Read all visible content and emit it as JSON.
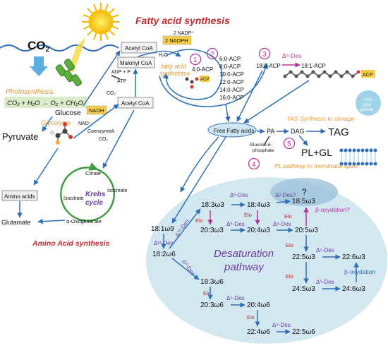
{
  "colors": {
    "blue": "#2e6fb7",
    "red": "#c0282d",
    "orange": "#e5962c",
    "magenta": "#b5359c",
    "purple": "#6b3fa0",
    "green": "#3d9a3d",
    "ellipse": "#d3e7f0",
    "elo": "#b02d2d"
  },
  "headers": {
    "fatty": "Fatty acid synthesis",
    "amino": "Amino Acid synthesis"
  },
  "left": {
    "co2": "CO",
    "co2_sub": "2",
    "photosynthesis": "Photosynthesis",
    "equation": "CO₂ + H₂O → O₂ + CH₂O",
    "glucose": "Glucose",
    "glycolysis": "Glycolysis",
    "pyruvate": "Pyruvate",
    "nadh_small": "NADH",
    "nad_plus": "NAD⁺",
    "coenzymea": "CoenzymeA",
    "co2_small": "CO₂",
    "amino_acids": "Amino acids",
    "glutamate": "Glutamate",
    "oxoglutarate": "α-Oxoglutarate",
    "citrate": "Citrate",
    "isocitrate": "Isocitrate",
    "krebs_1": "Krebs",
    "krebs_2": "cycle"
  },
  "synthesis": {
    "acetyl_coa_top": "Acetyl CoA",
    "nadph": "2 NADPH",
    "nadp_plus": "2 NADP⁺",
    "malonyl_coa": "Malonyl CoA",
    "adp_p": "ADP + P",
    "atp": "ATP",
    "co2_mid": "CO₂",
    "acetyl_coa_bottom": "Acetyl CoA",
    "h2o": "H₂O",
    "circle_1": "1",
    "circle_2": "2",
    "circle_3": "3",
    "circle_4": "4",
    "circle_5": "5",
    "fas_1": "fatty acid",
    "fas_2": "synthetase",
    "acp_4": "4:0-ACP",
    "acp_list": [
      "6:0-ACP",
      "8:0-ACP",
      "10:0-ACP",
      "12:0-ACP",
      "14:0-ACP",
      "16:0-ACP"
    ],
    "acp_18": "18:0-ACP",
    "d9_des": "Δ⁹-Des",
    "acp_181": "18:1-ACP",
    "acp_tag": "ACP"
  },
  "lipids": {
    "free_fa": "Free Fatty acids",
    "pa": "PA",
    "dag": "DAG",
    "tag": "TAG",
    "plgl": "PL+GL",
    "g6p_1": "Glucose-6-",
    "g6p_2": "phosphate",
    "tag_storage": "TAG Synthesis to storage",
    "pl_pathway": "PL pathway to membrane lipids",
    "globule_1": "TAG",
    "globule_2": "Lipid",
    "globule_3": "globule"
  },
  "desaturation": {
    "title_1": "Desaturation",
    "title_2": "pathway",
    "f18_1w9": "18:1ω9",
    "f18_2w6": "18:2ω6",
    "f18_3w3": "18:3ω3",
    "f18_4w3": "18:4ω3",
    "f18_5w3": "18:5ω3",
    "f20_3w3": "20:3ω3",
    "f20_4w3": "20:4ω3",
    "f20_5w3": "20:5ω3",
    "f22_5w3": "22:5ω3",
    "f22_6w3": "22:6ω3",
    "f24_5w3": "24:5ω3",
    "f24_6w3": "24:6ω3",
    "f18_3w6": "18:3ω6",
    "f20_3w6": "20:3ω6",
    "f20_4w6": "20:4ω6",
    "f22_4w6": "22:4ω6",
    "f22_5w6": "22:5ω6",
    "d12_des": "Δ¹²-Des",
    "d15_des": "Δ¹⁵-Des",
    "d6_des": "Δ⁶-Des",
    "d8_des": "Δ⁸-Des",
    "d5_des": "Δ⁵-Des",
    "d4_des": "Δ⁴-Des",
    "d3_des": "Δ³-Des?",
    "question": "?",
    "elo": "Elo",
    "beta_q": "β-oxydation?",
    "beta": "β-oxydation"
  }
}
